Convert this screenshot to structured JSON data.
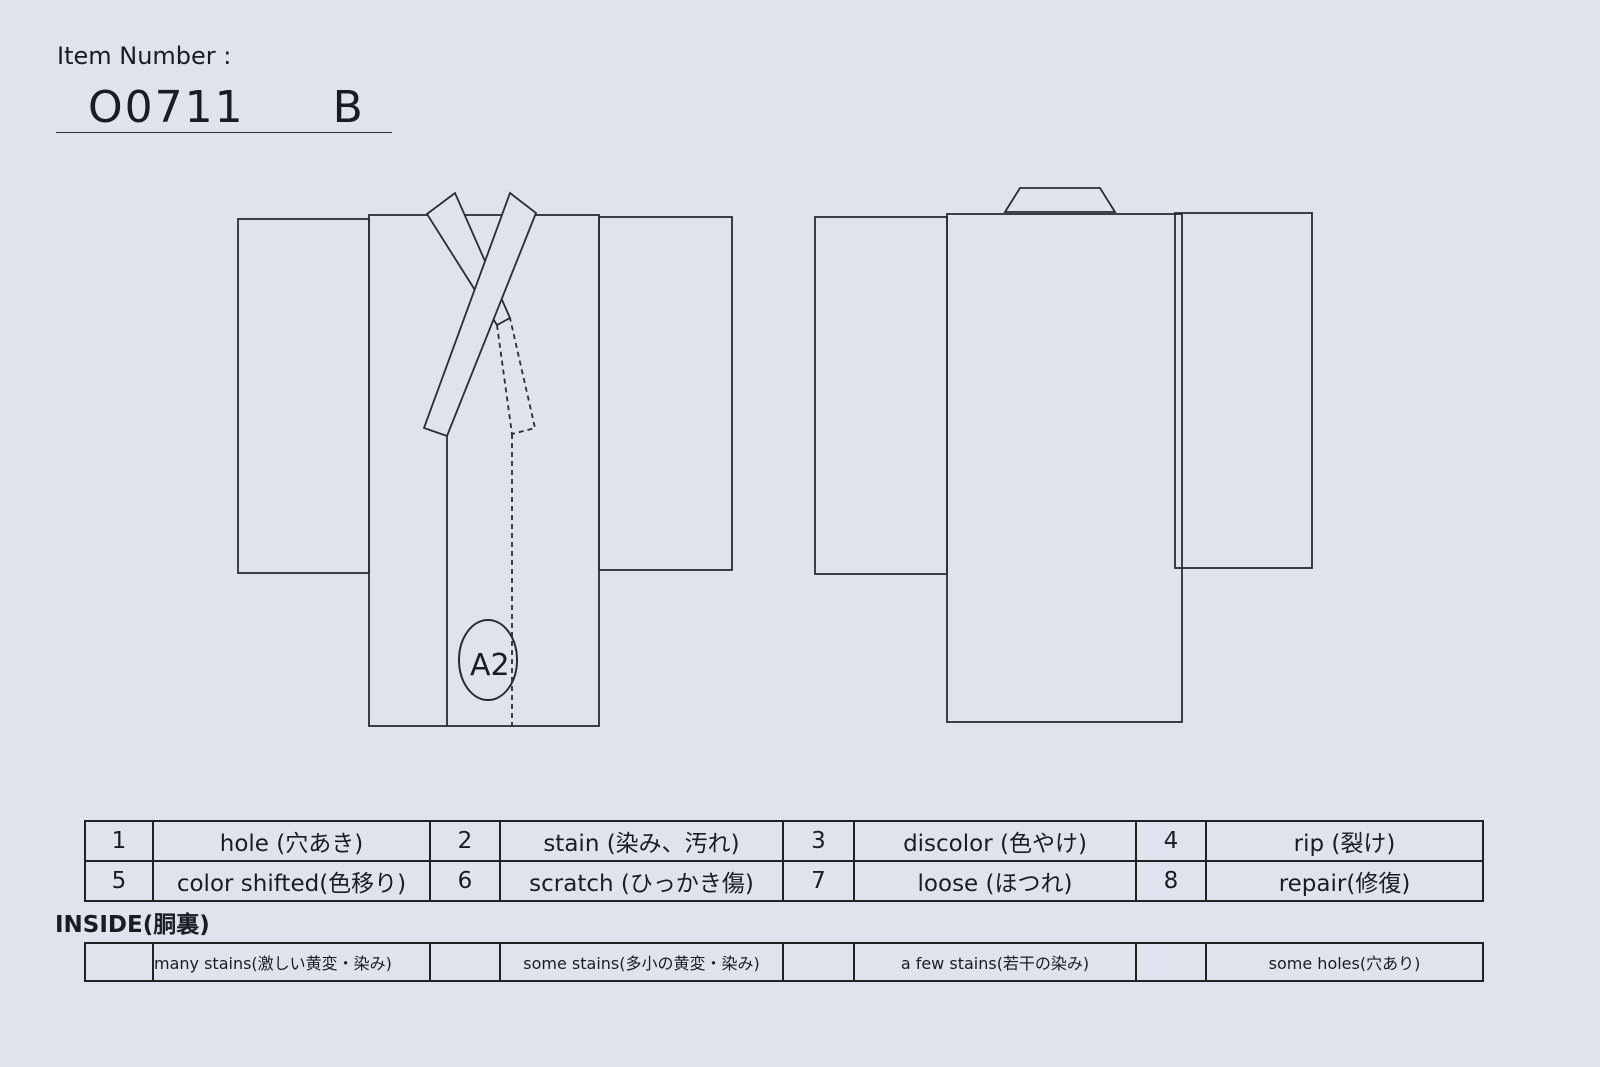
{
  "item": {
    "label": "Item Number :",
    "value": "O0711  B"
  },
  "annotation": {
    "mark": "A2"
  },
  "legend": [
    [
      {
        "num": "1",
        "label": "hole (穴あき)"
      },
      {
        "num": "2",
        "label": "stain (染み、汚れ)"
      },
      {
        "num": "3",
        "label": "discolor (色やけ)"
      },
      {
        "num": "4",
        "label": "rip (裂け)"
      }
    ],
    [
      {
        "num": "5",
        "label": "color shifted(色移り)"
      },
      {
        "num": "6",
        "label": "scratch (ひっかき傷)"
      },
      {
        "num": "7",
        "label": "loose (ほつれ)"
      },
      {
        "num": "8",
        "label": "repair(修復)"
      }
    ]
  ],
  "inside": {
    "label": "INSIDE(胴裏)",
    "items": [
      "many stains(激しい黄変・染み)",
      "some stains(多小の黄変・染み)",
      "a few stains(若干の染み)",
      "some holes(穴あり)"
    ]
  },
  "colors": {
    "paper": "#dfe3ee",
    "ink": "#1a1c22"
  }
}
